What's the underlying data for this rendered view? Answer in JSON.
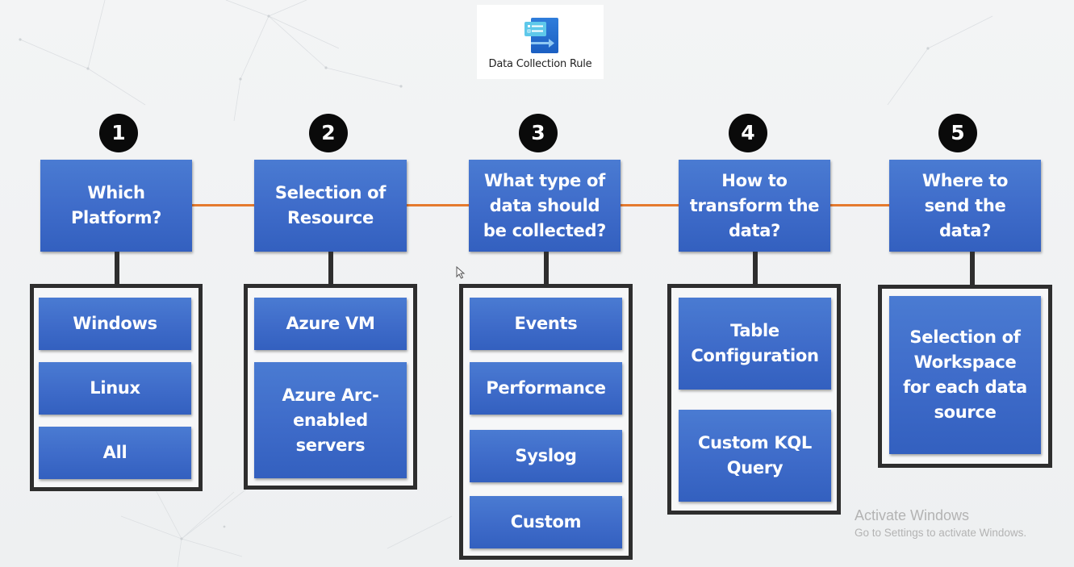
{
  "header": {
    "title": "Data Collection Rule",
    "icon": "data-collection-rule-icon"
  },
  "colors": {
    "box_blue": "#3e6bc9",
    "connector_orange": "#e57a2e",
    "frame_dark": "#2e2e2e",
    "badge_black": "#0a0a0a",
    "background": "#f1f2f3"
  },
  "steps": [
    {
      "number": "1",
      "question": "Which\nPlatform?",
      "options": [
        "Windows",
        "Linux",
        "All"
      ]
    },
    {
      "number": "2",
      "question": "Selection of\nResource",
      "options": [
        "Azure VM",
        "Azure Arc-\nenabled\nservers"
      ]
    },
    {
      "number": "3",
      "question": "What type of\ndata should\nbe collected?",
      "options": [
        "Events",
        "Performance",
        "Syslog",
        "Custom"
      ]
    },
    {
      "number": "4",
      "question": "How to\ntransform the\ndata?",
      "options": [
        "Table\nConfiguration",
        "Custom KQL\nQuery"
      ]
    },
    {
      "number": "5",
      "question": "Where to\nsend the\ndata?",
      "options": [
        "Selection of\nWorkspace\nfor each data\nsource"
      ]
    }
  ],
  "watermark": {
    "title": "Activate Windows",
    "subtitle": "Go to Settings to activate Windows."
  }
}
